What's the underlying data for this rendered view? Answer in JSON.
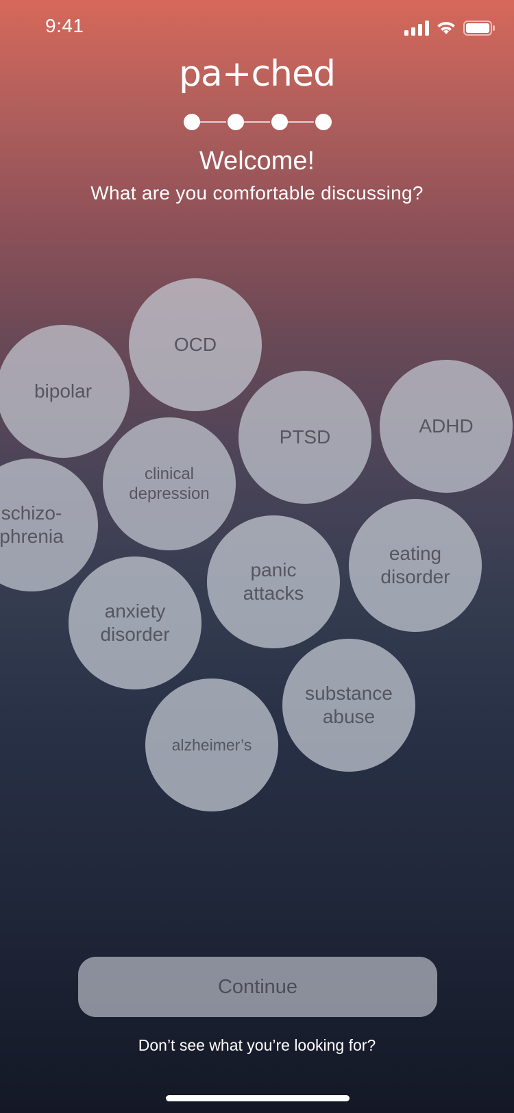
{
  "status_bar": {
    "time": "9:41"
  },
  "app": {
    "logo": "pa+ched"
  },
  "header": {
    "title": "Welcome!",
    "subtitle": "What are you comfortable discussing?"
  },
  "progress": {
    "total_steps": 4
  },
  "topics": [
    {
      "id": "ocd",
      "lines": [
        "OCD"
      ]
    },
    {
      "id": "bipolar",
      "lines": [
        "bipolar"
      ]
    },
    {
      "id": "ptsd",
      "lines": [
        "PTSD"
      ]
    },
    {
      "id": "adhd",
      "lines": [
        "ADHD"
      ]
    },
    {
      "id": "clinical-depression",
      "lines": [
        "clinical",
        "depression"
      ]
    },
    {
      "id": "schizophrenia",
      "lines": [
        "schizo-",
        "phrenia"
      ]
    },
    {
      "id": "eating-disorder",
      "lines": [
        "eating",
        "disorder"
      ]
    },
    {
      "id": "panic-attacks",
      "lines": [
        "panic",
        "attacks"
      ]
    },
    {
      "id": "anxiety-disorder",
      "lines": [
        "anxiety",
        "disorder"
      ]
    },
    {
      "id": "substance-abuse",
      "lines": [
        "substance",
        "abuse"
      ]
    },
    {
      "id": "alzheimers",
      "lines": [
        "alzheimer’s"
      ]
    }
  ],
  "actions": {
    "continue_label": "Continue",
    "help_link": "Don’t see what you’re looking for?"
  },
  "colors": {
    "gradient_top": "#d6685a",
    "gradient_bottom": "#141826",
    "bubble_text": "#55565f",
    "bubble_fill": "#c8cdd6"
  }
}
